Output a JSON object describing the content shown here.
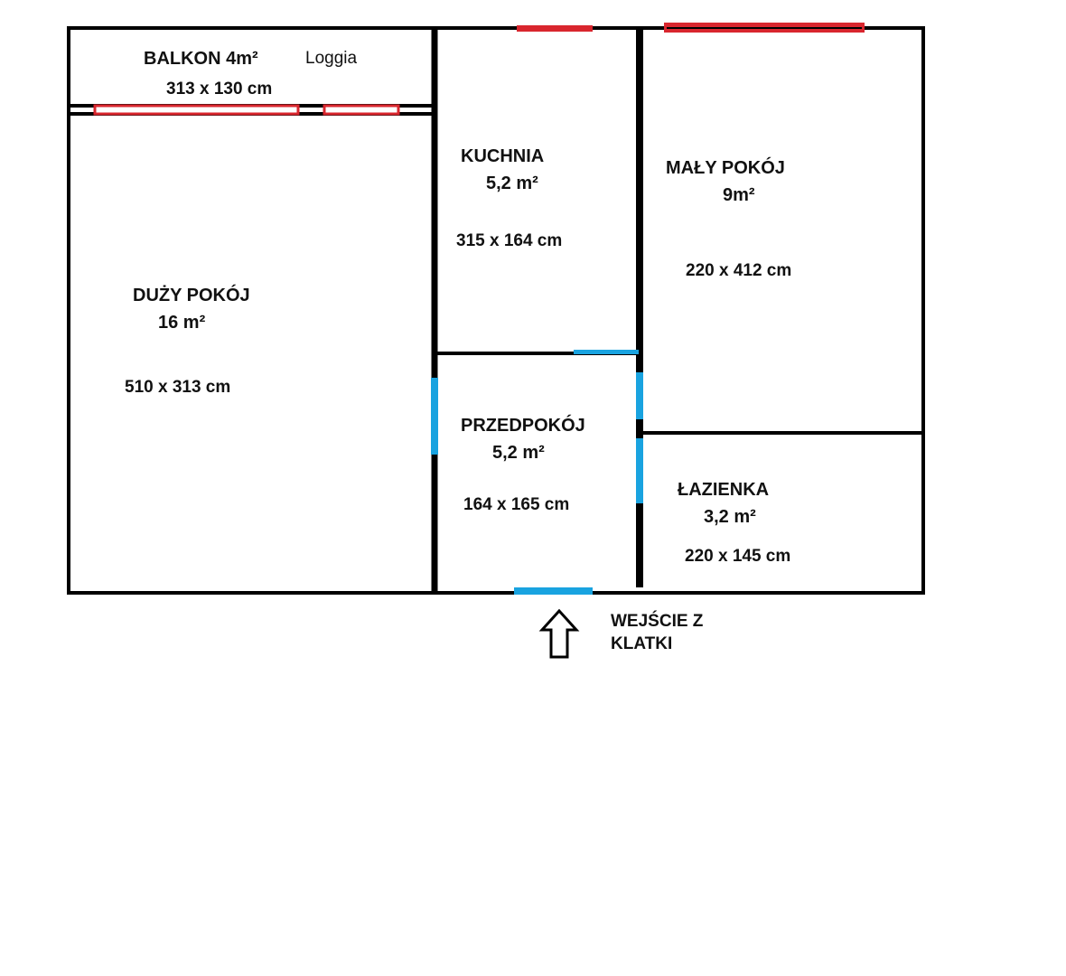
{
  "colors": {
    "wall": "#000000",
    "window": "#d9262e",
    "door": "#19a3e0",
    "background": "#ffffff"
  },
  "rooms": {
    "balkon": {
      "name": "BALKON 4m²",
      "note": "Loggia",
      "dims": "313 x 130 cm"
    },
    "duzy_pokoj": {
      "name": "DUŻY POKÓJ",
      "area": "16 m²",
      "dims": "510 x 313 cm"
    },
    "kuchnia": {
      "name": "KUCHNIA",
      "area": "5,2 m²",
      "dims": "315 x 164 cm"
    },
    "maly_pokoj": {
      "name": "MAŁY POKÓJ",
      "area": "9m²",
      "dims": "220 x 412 cm"
    },
    "przedpokoj": {
      "name": "PRZEDPOKÓJ",
      "area": "5,2 m²",
      "dims": "164 x 165 cm"
    },
    "lazienka": {
      "name": "ŁAZIENKA",
      "area": "3,2 m²",
      "dims": "220 x 145 cm"
    }
  },
  "entrance": {
    "line1": "WEJŚCIE Z",
    "line2": "KLATKI",
    "icon": "up-arrow-icon"
  }
}
